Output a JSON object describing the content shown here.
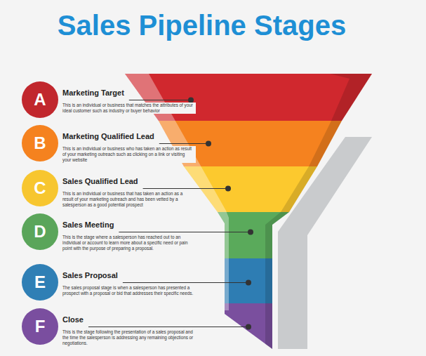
{
  "diagram": {
    "title": "Sales Pipeline Stages",
    "nodes": [
      {
        "text": [
          "A",
          "Marketing Target",
          "This is an individual or business that matches the attributes of your ideal customer such as industry or buyer behavior"
        ]
      },
      {
        "text": [
          "B",
          "Marketing Qualified Lead",
          "This is an individual or business who has taken an action as result of your marketing outreach such as clicking on a link or visiting your website"
        ]
      },
      {
        "text": [
          "C",
          "Sales Qualified Lead",
          "This is an individual or business that has taken an action as a result of your marketing outreach and has been vetted by a salesperson as a good potential prospect"
        ]
      },
      {
        "text": [
          "D",
          "Sales Meeting",
          "This is the stage where a salesperson has reached out to an individual or account to learn more about a specific need or pain point with the purpose of preparing a proposal."
        ]
      },
      {
        "text": [
          "E",
          "Sales Proposal",
          "The sales proposal stage is when a salesperson has presented a prospect with a proposal or bid that addresses their specific needs."
        ]
      },
      {
        "text": [
          "F",
          "Close",
          "This is the stage following the presentation of a sales proposal and the time the salesperson is addressing any remaining objections or negotiations."
        ]
      }
    ]
  }
}
